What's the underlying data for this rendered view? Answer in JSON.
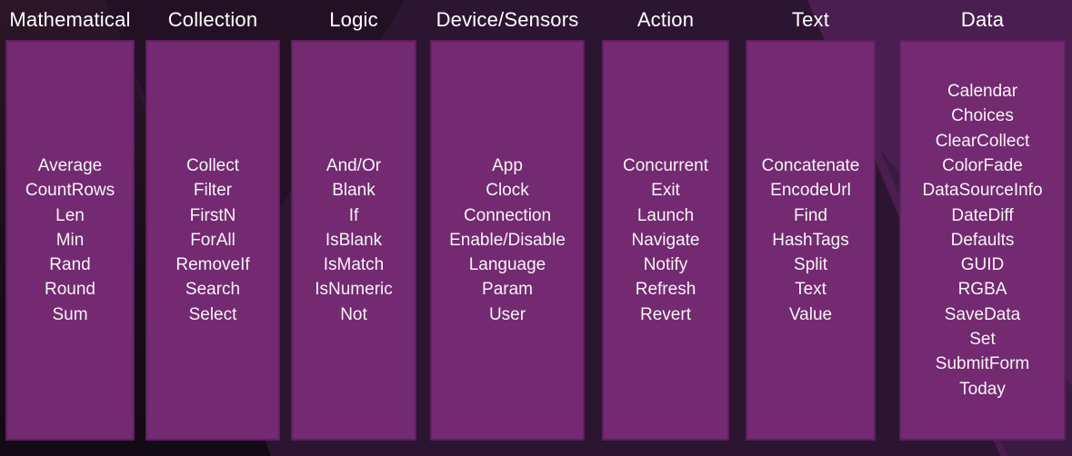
{
  "columns": [
    {
      "label": "Mathematical",
      "items": [
        "Average",
        "CountRows",
        "Len",
        "Min",
        "Rand",
        "Round",
        "Sum"
      ]
    },
    {
      "label": "Collection",
      "items": [
        "Collect",
        "Filter",
        "FirstN",
        "ForAll",
        "RemoveIf",
        "Search",
        "Select"
      ]
    },
    {
      "label": "Logic",
      "items": [
        "And/Or",
        "Blank",
        "If",
        "IsBlank",
        "IsMatch",
        "IsNumeric",
        "Not"
      ]
    },
    {
      "label": "Device/Sensors",
      "items": [
        "App",
        "Clock",
        "Connection",
        "Enable/Disable",
        "Language",
        "Param",
        "User"
      ]
    },
    {
      "label": "Action",
      "items": [
        "Concurrent",
        "Exit",
        "Launch",
        "Navigate",
        "Notify",
        "Refresh",
        "Revert"
      ]
    },
    {
      "label": "Text",
      "items": [
        "Concatenate",
        "EncodeUrl",
        "Find",
        "HashTags",
        "Split",
        "Text",
        "Value"
      ]
    },
    {
      "label": "Data",
      "items": [
        "Calendar",
        "Choices",
        "ClearCollect",
        "ColorFade",
        "DataSourceInfo",
        "DateDiff",
        "Defaults",
        "GUID",
        "RGBA",
        "SaveData",
        "Set",
        "SubmitForm",
        "Today"
      ]
    }
  ],
  "colors": {
    "background": "#2C1530",
    "background_light": "#4A1E50",
    "background_dark_wedge": "#3A1A40",
    "column_fill": "#732A71",
    "column_border": "#5C2060",
    "header_text": "#FFFFFF",
    "item_text": "#F7F3F7"
  }
}
